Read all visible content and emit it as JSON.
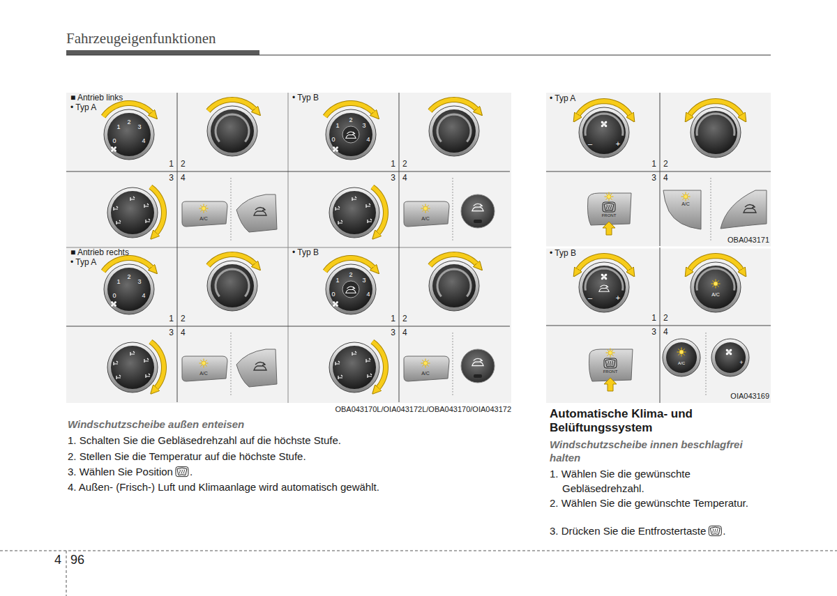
{
  "diagram": {
    "title": "Fahrzeugeigenfunktionen",
    "labels": [
      "■ Antrieb links",
      "• Typ A",
      "1",
      "2",
      "3",
      "4",
      "0",
      "1",
      "2",
      "3",
      "4",
      "A/C",
      "• Typ B",
      "1",
      "2",
      "3",
      "4",
      "0",
      "1",
      "2",
      "3",
      "4",
      "A/C",
      "■ Antrieb rechts",
      "• Typ A",
      "1",
      "2",
      "3",
      "4",
      "0",
      "1",
      "2",
      "3",
      "4",
      "A/C",
      "• Typ B",
      "1",
      "2",
      "3",
      "4",
      "0",
      "1",
      "2",
      "3",
      "4",
      "A/C",
      "OBA043170L/OIA043172L/OBA043170/OIA043172",
      "• Typ A",
      "1",
      "2",
      "3",
      "4",
      "–",
      "+",
      "FRONT",
      "A/C",
      "OBA043171",
      "• Typ B",
      "1",
      "2",
      "3",
      "4",
      "–",
      "+",
      "A/C",
      "FRONT",
      "A/C",
      "+",
      "OIA043169",
      "Windschutzscheibe außen enteisen",
      "1. Schalten Sie die Gebläsedrehzahl auf die höchste Stufe.",
      "2. Stellen Sie die Temperatur auf die höchste Stufe.",
      "3. Wählen Sie Position",
      ".",
      "4. Außen- (Frisch-) Luft und Klimaanlage wird automatisch gewählt.",
      "Automatische Klima- und Belüftungssystem",
      "Windschutzscheibe innen beschlagfrei halten",
      "1. Wählen Sie die gewünschte Gebläsedrehzahl.",
      "2. Wählen Sie die gewünschte Temperatur.",
      "3. Drücken Sie die Entfrostertaste",
      ".",
      "4",
      "96"
    ]
  }
}
